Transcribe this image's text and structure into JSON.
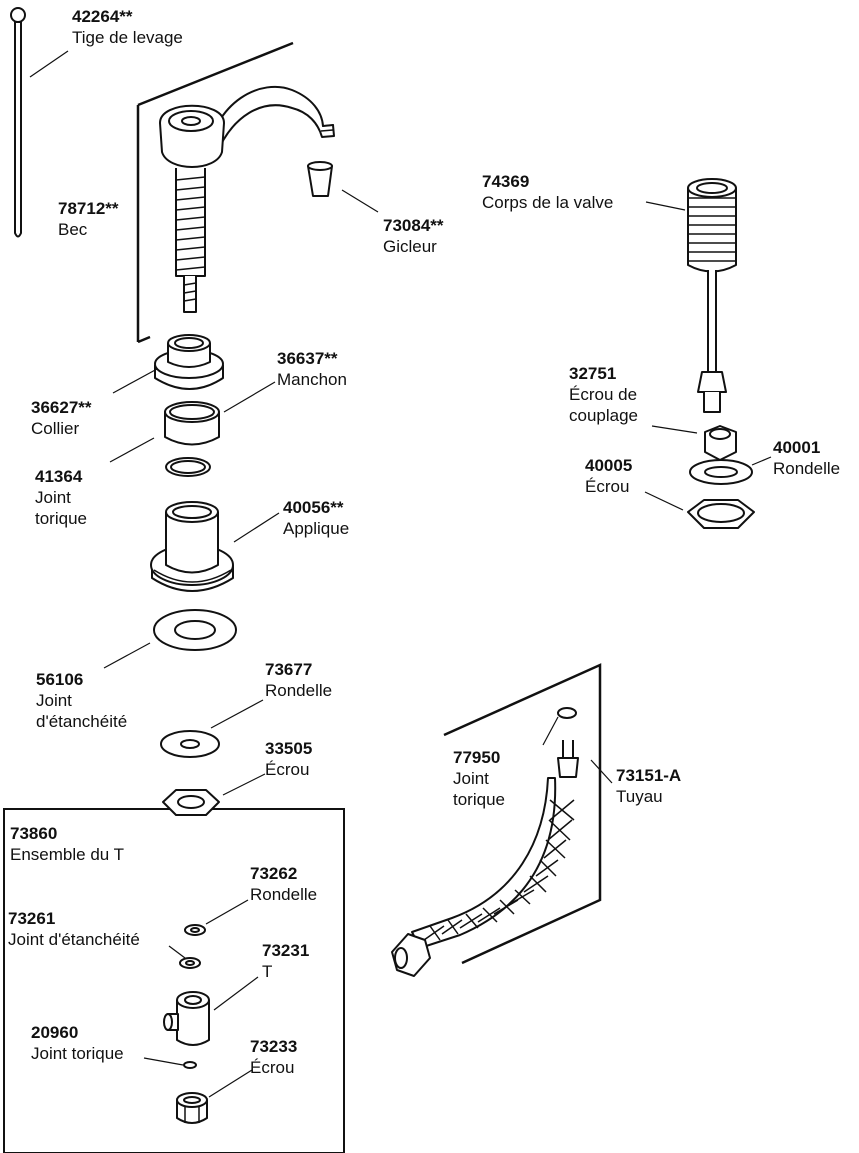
{
  "parts": [
    {
      "id": "lift-rod",
      "number": "42264**",
      "name": [
        "Tige de levage"
      ]
    },
    {
      "id": "spout",
      "number": "78712**",
      "name": [
        "Bec"
      ]
    },
    {
      "id": "aerator",
      "number": "73084**",
      "name": [
        "Gicleur"
      ]
    },
    {
      "id": "valve-body",
      "number": "74369",
      "name": [
        "Corps de la valve"
      ]
    },
    {
      "id": "sleeve",
      "number": "36637**",
      "name": [
        "Manchon"
      ]
    },
    {
      "id": "collar",
      "number": "36627**",
      "name": [
        "Collier"
      ]
    },
    {
      "id": "coupling-nut",
      "number": "32751",
      "name": [
        "Écrou de",
        "couplage"
      ]
    },
    {
      "id": "washer-40001",
      "number": "40001",
      "name": [
        "Rondelle"
      ]
    },
    {
      "id": "nut-40005",
      "number": "40005",
      "name": [
        "Écrou"
      ]
    },
    {
      "id": "escutcheon",
      "number": "40056**",
      "name": [
        "Applique"
      ]
    },
    {
      "id": "o-ring-41364",
      "number": "41364",
      "name": [
        "Joint",
        "torique"
      ]
    },
    {
      "id": "gasket-56106",
      "number": "56106",
      "name": [
        "Joint",
        "d'étanchéité"
      ]
    },
    {
      "id": "washer-73677",
      "number": "73677",
      "name": [
        "Rondelle"
      ]
    },
    {
      "id": "nut-33505",
      "number": "33505",
      "name": [
        "Écrou"
      ]
    },
    {
      "id": "o-ring-77950",
      "number": "77950",
      "name": [
        "Joint",
        "torique"
      ]
    },
    {
      "id": "hose",
      "number": "73151-A",
      "name": [
        "Tuyau"
      ]
    },
    {
      "id": "tee-assembly",
      "number": "73860",
      "name": [
        "Ensemble du T"
      ]
    },
    {
      "id": "washer-73262",
      "number": "73262",
      "name": [
        "Rondelle"
      ]
    },
    {
      "id": "gasket-73261",
      "number": "73261",
      "name": [
        "Joint d'étanchéité"
      ]
    },
    {
      "id": "tee",
      "number": "73231",
      "name": [
        "T"
      ]
    },
    {
      "id": "o-ring-20960",
      "number": "20960",
      "name": [
        "Joint torique"
      ]
    },
    {
      "id": "nut-73233",
      "number": "73233",
      "name": [
        "Écrou"
      ]
    }
  ]
}
